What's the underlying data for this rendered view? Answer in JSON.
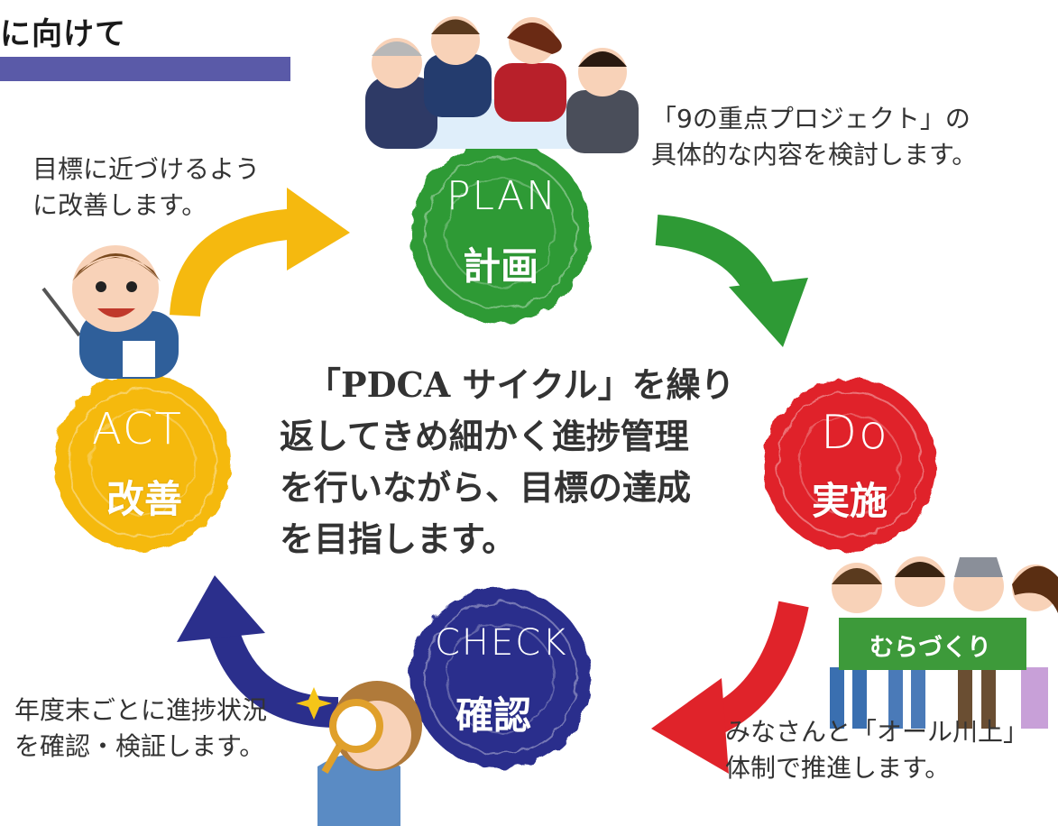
{
  "header": {
    "title": "に向けて"
  },
  "center": {
    "lines": [
      "「PDCA サイクル」を繰り",
      "返してきめ細かく進捗管理",
      "を行いながら、目標の達成",
      "を目指します。"
    ]
  },
  "phases": {
    "plan": {
      "letter": "PLAN",
      "kanji": "計画",
      "color": "#2e9a35",
      "note": [
        "「9の重点プロジェクト」の",
        "具体的な内容を検討します。"
      ]
    },
    "do": {
      "letter": "Do",
      "kanji": "実施",
      "color": "#e0232a",
      "note": [
        "みなさんと「オール川上」",
        "体制で推進します。"
      ],
      "banner": "むらづくり"
    },
    "check": {
      "letter": "CHECK",
      "kanji": "確認",
      "color": "#2b2f8c",
      "note": [
        "年度末ごとに進捗状況",
        "を確認・検証します。"
      ]
    },
    "act": {
      "letter": "ACT",
      "kanji": "改善",
      "color": "#f5b90f",
      "note": [
        "目標に近づけるよう",
        "に改善します。"
      ]
    }
  }
}
